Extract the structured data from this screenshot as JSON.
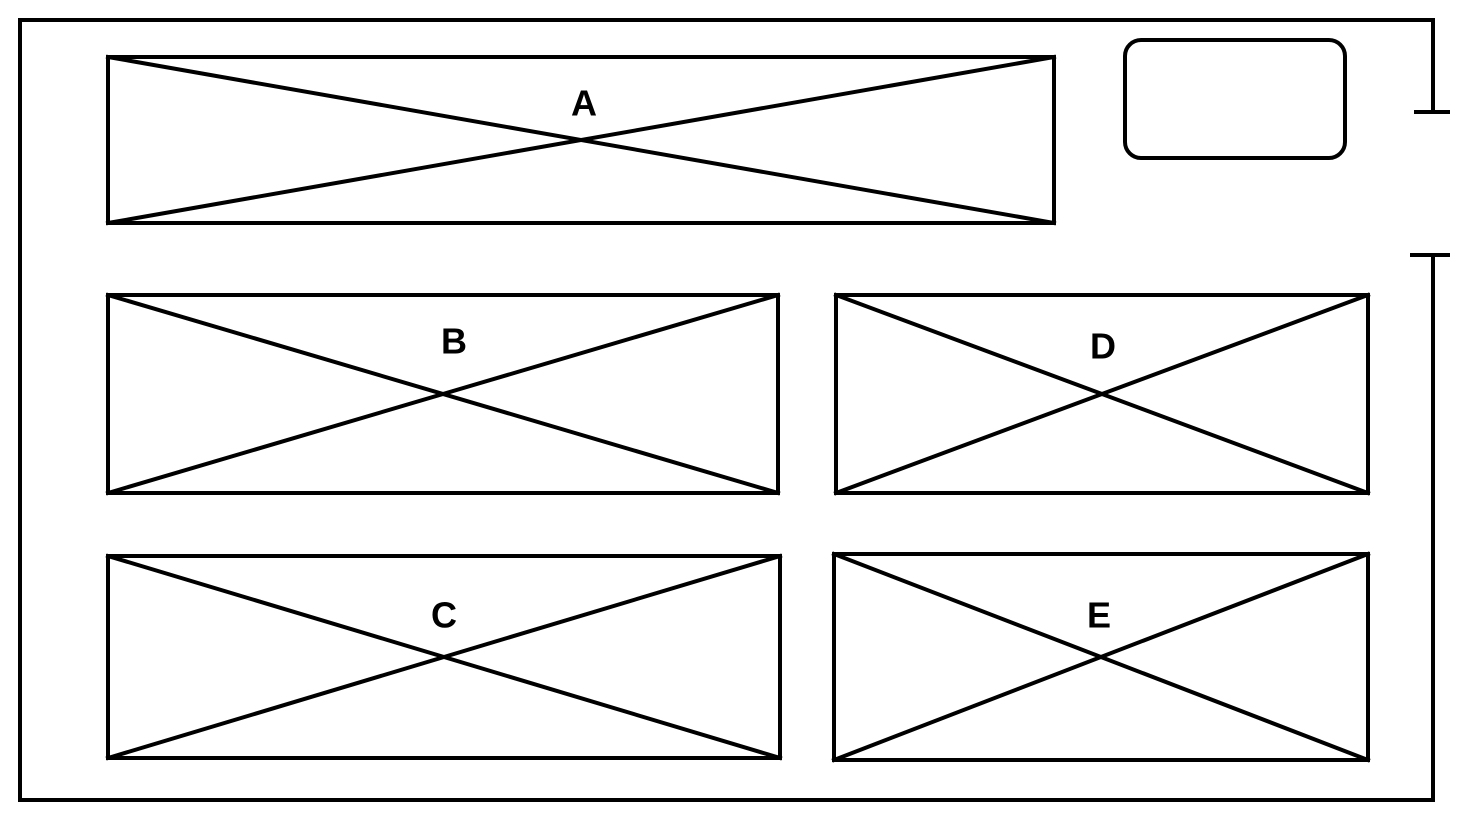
{
  "colors": {
    "stroke": "#000000",
    "background": "#ffffff",
    "text": "#000000"
  },
  "placeholders": [
    {
      "id": "a",
      "label": "A"
    },
    {
      "id": "b",
      "label": "B"
    },
    {
      "id": "c",
      "label": "C"
    },
    {
      "id": "d",
      "label": "D"
    },
    {
      "id": "e",
      "label": "E"
    }
  ]
}
